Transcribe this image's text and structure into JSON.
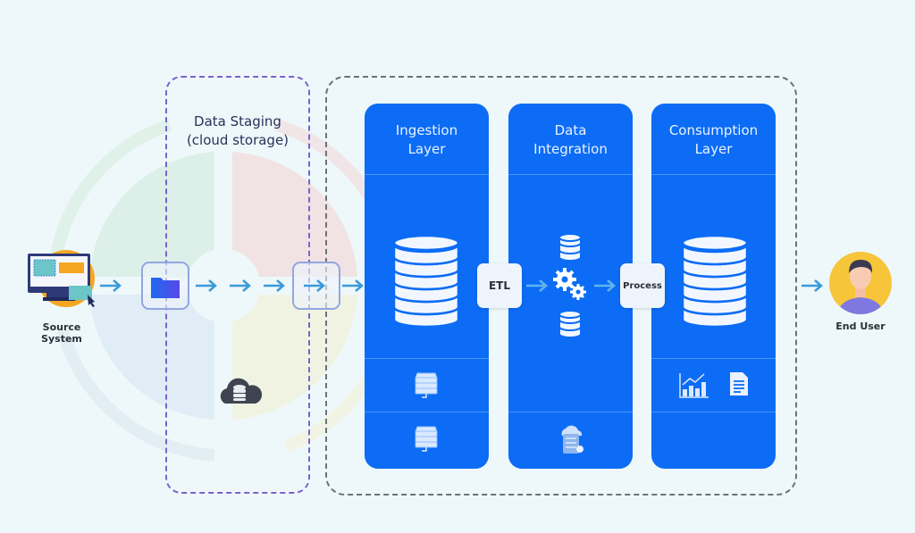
{
  "diagram": {
    "source": {
      "label_line1": "Source",
      "label_line2": "System",
      "icon": "computer-monitor-icon"
    },
    "staging": {
      "title_line1": "Data Staging",
      "title_line2": "(cloud storage)",
      "folder_icon": "folder-icon",
      "cloud_icon": "cloud-database-icon"
    },
    "panels": [
      {
        "title_line1": "Ingestion",
        "title_line2": "Layer",
        "main_icon": "database-icon",
        "sub_icons": [
          "server-icon",
          "server-icon"
        ]
      },
      {
        "title_line1": "Data",
        "title_line2": "Integration",
        "main_icon": "gears-icon",
        "sub_icons": [
          "cloud-server-icon"
        ]
      },
      {
        "title_line1": "Consumption",
        "title_line2": "Layer",
        "main_icon": "database-icon",
        "sub_icons": [
          "bar-chart-icon",
          "document-icon"
        ]
      }
    ],
    "connectors": {
      "etl_label": "ETL",
      "process_label": "Process"
    },
    "end_user": {
      "label": "End User",
      "icon": "user-avatar-icon"
    }
  },
  "colors": {
    "background": "#eef8fb",
    "panel_blue": "#0c6cf5",
    "arrow_blue": "#3a9ad9",
    "staging_border": "#7a62cc",
    "pipeline_border": "#6c717a",
    "title_text": "#26335a"
  }
}
